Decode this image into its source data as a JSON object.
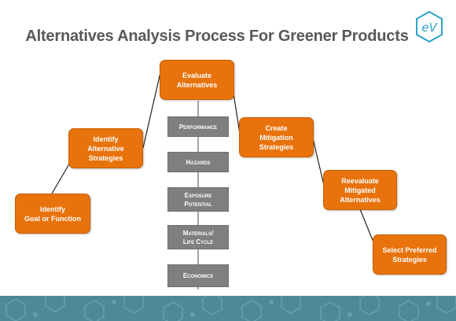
{
  "title": "Alternatives Analysis Process For Greener Products",
  "logo": {
    "icon": "ev-logo-icon",
    "text": "eV",
    "color": "#2aa3c8"
  },
  "colors": {
    "process_box": "#e8720c",
    "criteria_box": "#7f7f7f",
    "footer": "#4e8a96",
    "title": "#595959"
  },
  "process_steps": [
    "Identify\nGoal or Function",
    "Identify\nAlternative\nStrategies",
    "Evaluate\nAlternatives",
    "Create\nMitigation\nStrategies",
    "Reevaluate\nMitigated\nAlternatives",
    "Select Preferred\nStrategies"
  ],
  "criteria": [
    "Performance",
    "Hazards",
    "Exposure\nPotential",
    "Materials/\nLife Cycle",
    "Economics"
  ]
}
